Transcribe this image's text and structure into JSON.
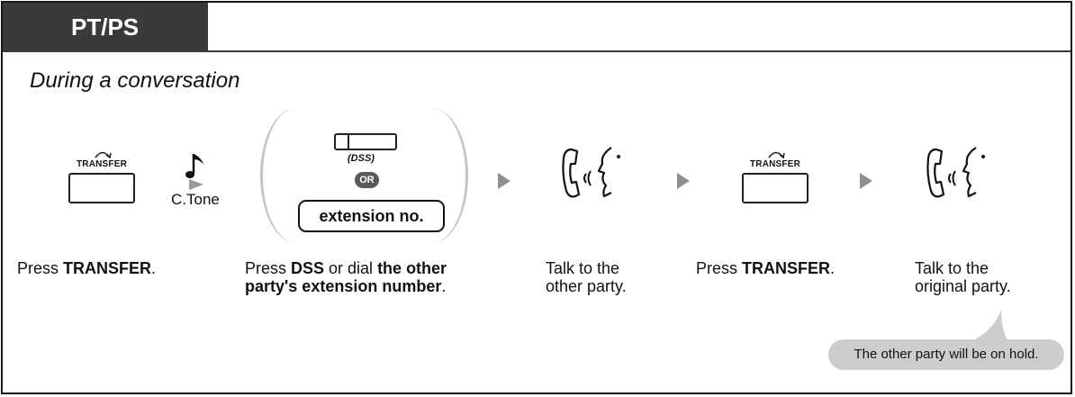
{
  "header": {
    "tab_label": "PT/PS"
  },
  "subtitle": "During a conversation",
  "icons": {
    "transfer_key_label": "TRANSFER",
    "ctone_label": "C.Tone",
    "dss_label": "(DSS)",
    "or_label": "OR",
    "extension_label": "extension no."
  },
  "steps": [
    {
      "pre": "Press ",
      "bold": "TRANSFER",
      "post": "."
    },
    {
      "line1_pre": "Press ",
      "line1_bold1": "DSS",
      "line1_mid": " or dial ",
      "line1_bold2": "the other",
      "line2_bold": "party's extension number",
      "line2_post": "."
    },
    {
      "line1": "Talk to the",
      "line2": "other party."
    },
    {
      "pre": "Press ",
      "bold": "TRANSFER",
      "post": "."
    },
    {
      "line1": "Talk to the",
      "line2": "original party."
    }
  ],
  "note": "The other party will be on hold.",
  "colors": {
    "tab_bg": "#3a3a3a",
    "arrow": "#8f8f8f",
    "note_bg": "#cdcdcd",
    "paren": "#c4c4c4"
  }
}
